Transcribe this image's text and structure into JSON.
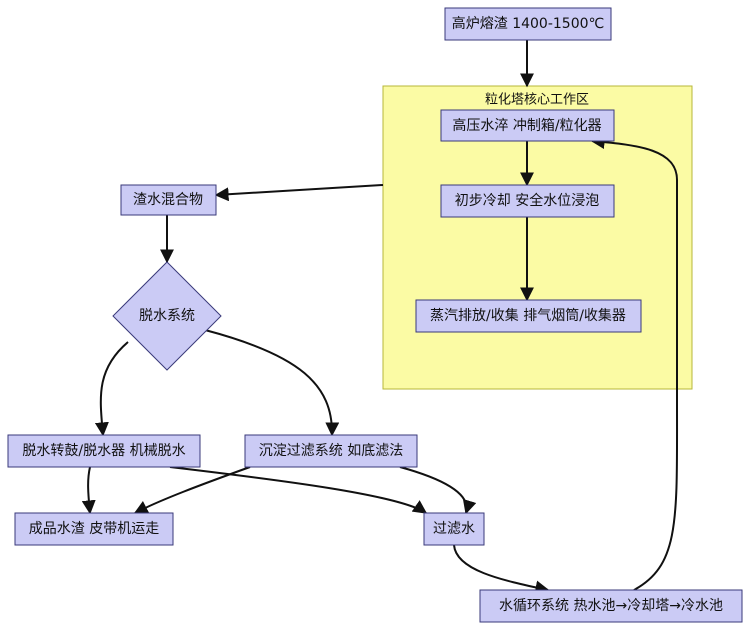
{
  "colors": {
    "node_fill": "#cbcbf5",
    "node_stroke": "#3a3a7a",
    "cluster_fill": "#fbfba4",
    "cluster_stroke": "#b7b73a",
    "edge": "#111111"
  },
  "cluster": {
    "label": "粒化塔核心工作区"
  },
  "nodes": {
    "slag_input": "高炉熔渣 1400-1500℃",
    "granulator": "高压水淬 冲制箱/粒化器",
    "cooling": "初步冷却 安全水位浸泡",
    "steam": "蒸汽排放/收集 排气烟筒/收集器",
    "mixture": "渣水混合物",
    "dewater": "脱水系统",
    "drum": "脱水转鼓/脱水器 机械脱水",
    "settle": "沉淀过滤系统 如底滤法",
    "product": "成品水渣 皮带机运走",
    "filtered_water": "过滤水",
    "circulation": "水循环系统 热水池→冷却塔→冷水池"
  }
}
